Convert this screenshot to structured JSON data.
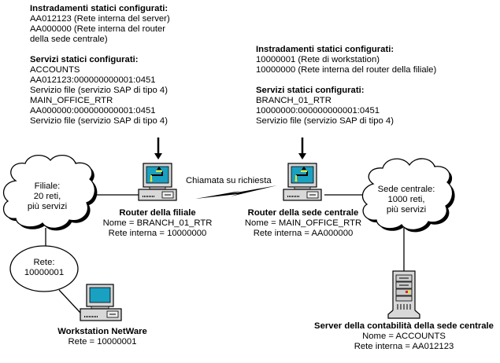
{
  "branch_config": {
    "routes_heading": "Instradamenti statici configurati:",
    "routes": [
      "AA012123 (Rete interna del server)",
      "AA000000 (Rete interna del router",
      "della sede centrale)"
    ],
    "services_heading": "Servizi statici configurati:",
    "services": [
      "ACCOUNTS",
      "AA012123:000000000001:0451",
      "Servizio file (servizio SAP di tipo 4)",
      "MAIN_OFFICE_RTR",
      "AA000000:000000000001:0451",
      "Servizio file (servizio SAP di tipo 4)"
    ]
  },
  "main_config": {
    "routes_heading": "Instradamenti statici configurati:",
    "routes": [
      "10000001 (Rete di workstation)",
      "10000000 (Rete interna del router della filiale)"
    ],
    "services_heading": "Servizi statici configurati:",
    "services": [
      "BRANCH_01_RTR",
      "10000000:000000000001:0451",
      "Servizio file (servizio SAP di tipo 4)"
    ]
  },
  "branch_cloud": {
    "lines": [
      "Filiale:",
      "20 reti,",
      "più servizi"
    ]
  },
  "main_cloud": {
    "lines": [
      "Sede centrale:",
      "1000 reti,",
      "più servizi"
    ]
  },
  "workstation_network": {
    "lines": [
      "Rete:",
      "10000001"
    ]
  },
  "link_label": "Chiamata su richiesta",
  "branch_router": {
    "title": "Router della filiale",
    "name": "Nome = BRANCH_01_RTR",
    "internal": "Rete interna = 10000000"
  },
  "main_router": {
    "title": "Router della sede centrale",
    "name": "Nome = MAIN_OFFICE_RTR",
    "internal": "Rete interna = AA000000"
  },
  "workstation": {
    "title": "Workstation NetWare",
    "network": "Rete = 10000001"
  },
  "server": {
    "title": "Server della contabilità della sede centrale",
    "name": "Nome = ACCOUNTS",
    "internal": "Rete interna = AA012123"
  },
  "colors": {
    "screen": "#1aa0c0",
    "arrow": "#f0e020",
    "case": "#d8d8d8",
    "led_red": "#e02020",
    "led_yellow": "#f0e020"
  }
}
